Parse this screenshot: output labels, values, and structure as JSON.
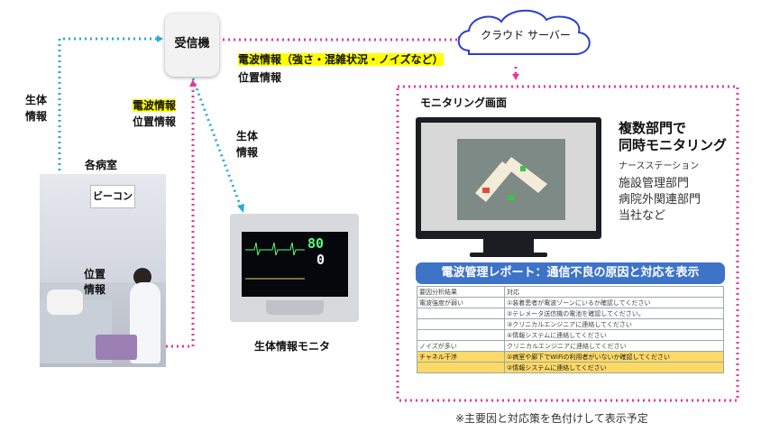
{
  "receiver": {
    "label": "受信機"
  },
  "cloud": {
    "label": "クラウド サーバー"
  },
  "link_receiver_cloud": {
    "line1": "電波情報（強さ・混雑状況・ノイズなど）",
    "line2": "位置情報"
  },
  "link_left": {
    "label_line1": "生体",
    "label_line2": "情報"
  },
  "link_beacon_receiver": {
    "line1": "電波情報",
    "line2": "位置情報"
  },
  "link_receiver_monitor": {
    "line1": "生体",
    "line2": "情報"
  },
  "room": {
    "title": "各病室",
    "beacon_label": "ビーコン",
    "pos_line1": "位置",
    "pos_line2": "情報"
  },
  "vital_monitor": {
    "value1": "80",
    "value2": "0",
    "caption": "生体情報モニタ"
  },
  "monitoring": {
    "title": "モニタリング画面",
    "heading_line1": "複数部門で",
    "heading_line2": "同時モニタリング",
    "departments": [
      "ナースステーション",
      "施設管理部門",
      "病院外関連部門",
      "当社など"
    ]
  },
  "report": {
    "banner": "電波管理レポート：通信不良の原因と対応を表示",
    "header": [
      "要因分析結果",
      "対応"
    ],
    "rows": [
      [
        "電波強度が弱い",
        "①装着患者が電波ゾーンにいるか確認してください",
        "plain"
      ],
      [
        "",
        "②テレメータ送信機の電池を確認してください。",
        "plain"
      ],
      [
        "",
        "③クリニカルエンジニアに連絡してください",
        "plain"
      ],
      [
        "",
        "④情報システムに連絡してください",
        "plain"
      ],
      [
        "ノイズが多い",
        "クリニカルエンジニアに連絡してください",
        "plain"
      ],
      [
        "チャネル干渉",
        "①病室や廊下でWiFiの利用者がいないか確認してください",
        "yellow"
      ],
      [
        "",
        "②情報システムに連絡してください",
        "yellow"
      ]
    ]
  },
  "footnote": "※主要因と対応策を色付けして表示予定",
  "colors": {
    "pink_dotted": "#e8389a",
    "cyan_dotted": "#2aa9d8",
    "banner_blue": "#3d74c8",
    "highlight_yellow": "#ffff00",
    "row_yellow": "#ffd966"
  }
}
